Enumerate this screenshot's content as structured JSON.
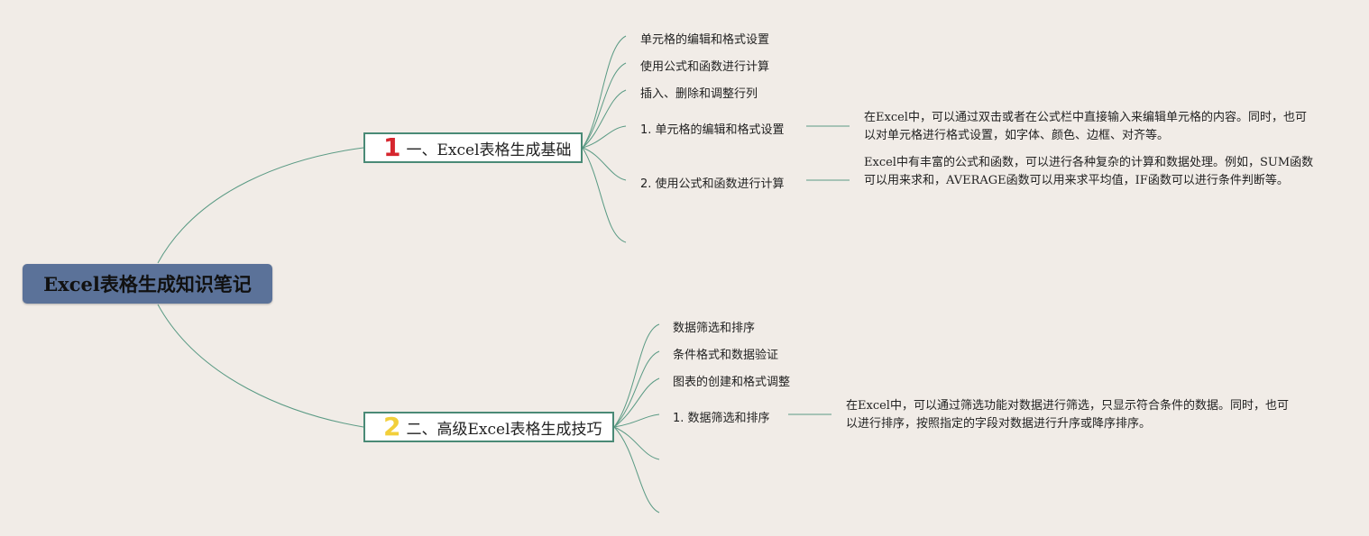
{
  "root": {
    "title": "Excel表格生成知识笔记"
  },
  "branch1": {
    "badge": "1",
    "title": "一、Excel表格生成基础",
    "items": [
      "单元格的编辑和格式设置",
      "使用公式和函数进行计算",
      "插入、删除和调整行列",
      "1. 单元格的编辑和格式设置",
      "2. 使用公式和函数进行计算"
    ],
    "notes": [
      "在Excel中，可以通过双击或者在公式栏中直接输入来编辑单元格的内容。同时，也可以对单元格进行格式设置，如字体、颜色、边框、对齐等。",
      "Excel中有丰富的公式和函数，可以进行各种复杂的计算和数据处理。例如，SUM函数可以用来求和，AVERAGE函数可以用来求平均值，IF函数可以进行条件判断等。"
    ]
  },
  "branch2": {
    "badge": "2",
    "title": "二、高级Excel表格生成技巧",
    "items": [
      "数据筛选和排序",
      "条件格式和数据验证",
      "图表的创建和格式调整",
      "1. 数据筛选和排序"
    ],
    "notes": [
      "在Excel中，可以通过筛选功能对数据进行筛选，只显示符合条件的数据。同时，也可以进行排序，按照指定的字段对数据进行升序或降序排序。"
    ]
  },
  "colors": {
    "line": "#5a9a84",
    "root_fill": "#5b7299",
    "badge1": "#d6262e",
    "badge2": "#f2cf3a",
    "background": "#f1ece7"
  }
}
